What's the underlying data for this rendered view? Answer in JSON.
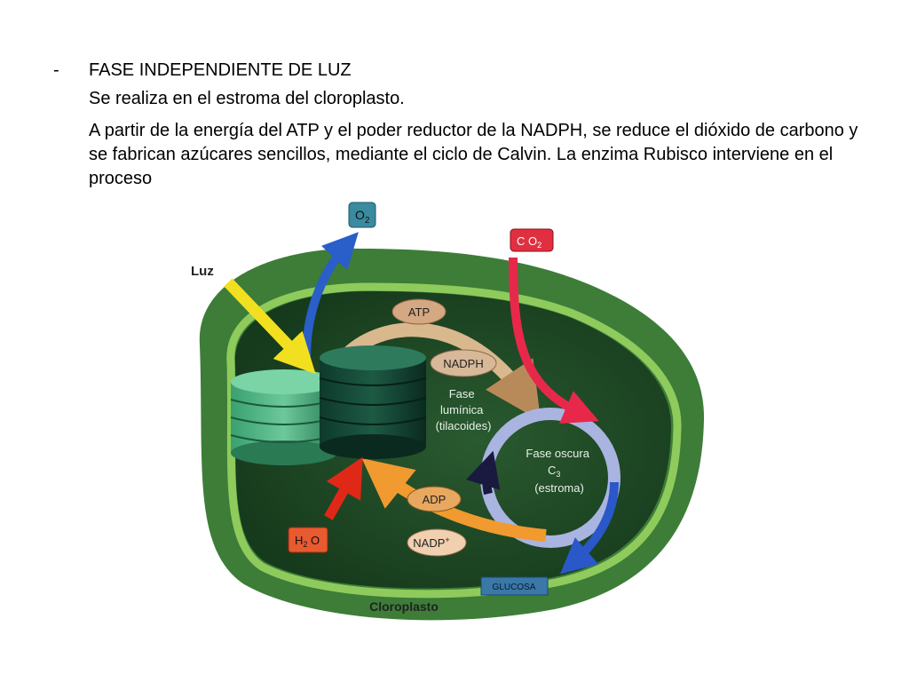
{
  "slide": {
    "bullet": "-",
    "heading": "FASE INDEPENDIENTE DE LUZ",
    "line1": "Se realiza en el estroma  del cloroplasto.",
    "paragraph": "A partir de la energía del ATP y el poder reductor de la NADPH, se reduce el dióxido de carbono y se fabrican azúcares sencillos, mediante el ciclo de Calvin. La enzima Rubisco interviene en el proceso"
  },
  "diagram": {
    "light_label": "Luz",
    "o2": {
      "base": "O",
      "sub": "2"
    },
    "co2": {
      "base": "C O",
      "sub": "2"
    },
    "atp": "ATP",
    "nadph": "NADPH",
    "adp": "ADP",
    "nadp": {
      "base": "NADP",
      "sup": "+"
    },
    "h2o": {
      "pre": "H",
      "sub": "2",
      "post": " O"
    },
    "glucose": "GLUCOSA",
    "light_phase": [
      "Fase",
      "lumínica",
      "(tilacoides)"
    ],
    "dark_phase": {
      "line1": "Fase oscura",
      "c": "C",
      "c_sub": "3",
      "line3": "(estroma)"
    },
    "caption": "Cloroplasto",
    "colors": {
      "outer_membrane": "#3d7d38",
      "stroma": "#1e4a24",
      "inner_ring": "#8ecb5c",
      "o2_box": "#3a8aa0",
      "co2_box": "#e03040",
      "atp_pill": "#d4a882",
      "nadph_pill": "#d7b899",
      "adp_pill": "#e8a860",
      "nadp_pill": "#f1d0b0",
      "h2o_box": "#e85a30",
      "glucose_box": "#3a78a8",
      "light_arrow": "#f2e020",
      "o2_arrow": "#2a5ec8",
      "co2_arrow": "#e8284a",
      "glucose_arrow": "#2a58c8",
      "h2o_arrow": "#e02818",
      "adp_arrow": "#f09a30",
      "atp_arrow": "#d9b88e",
      "calvin_cycle": "#aab4e0"
    }
  }
}
